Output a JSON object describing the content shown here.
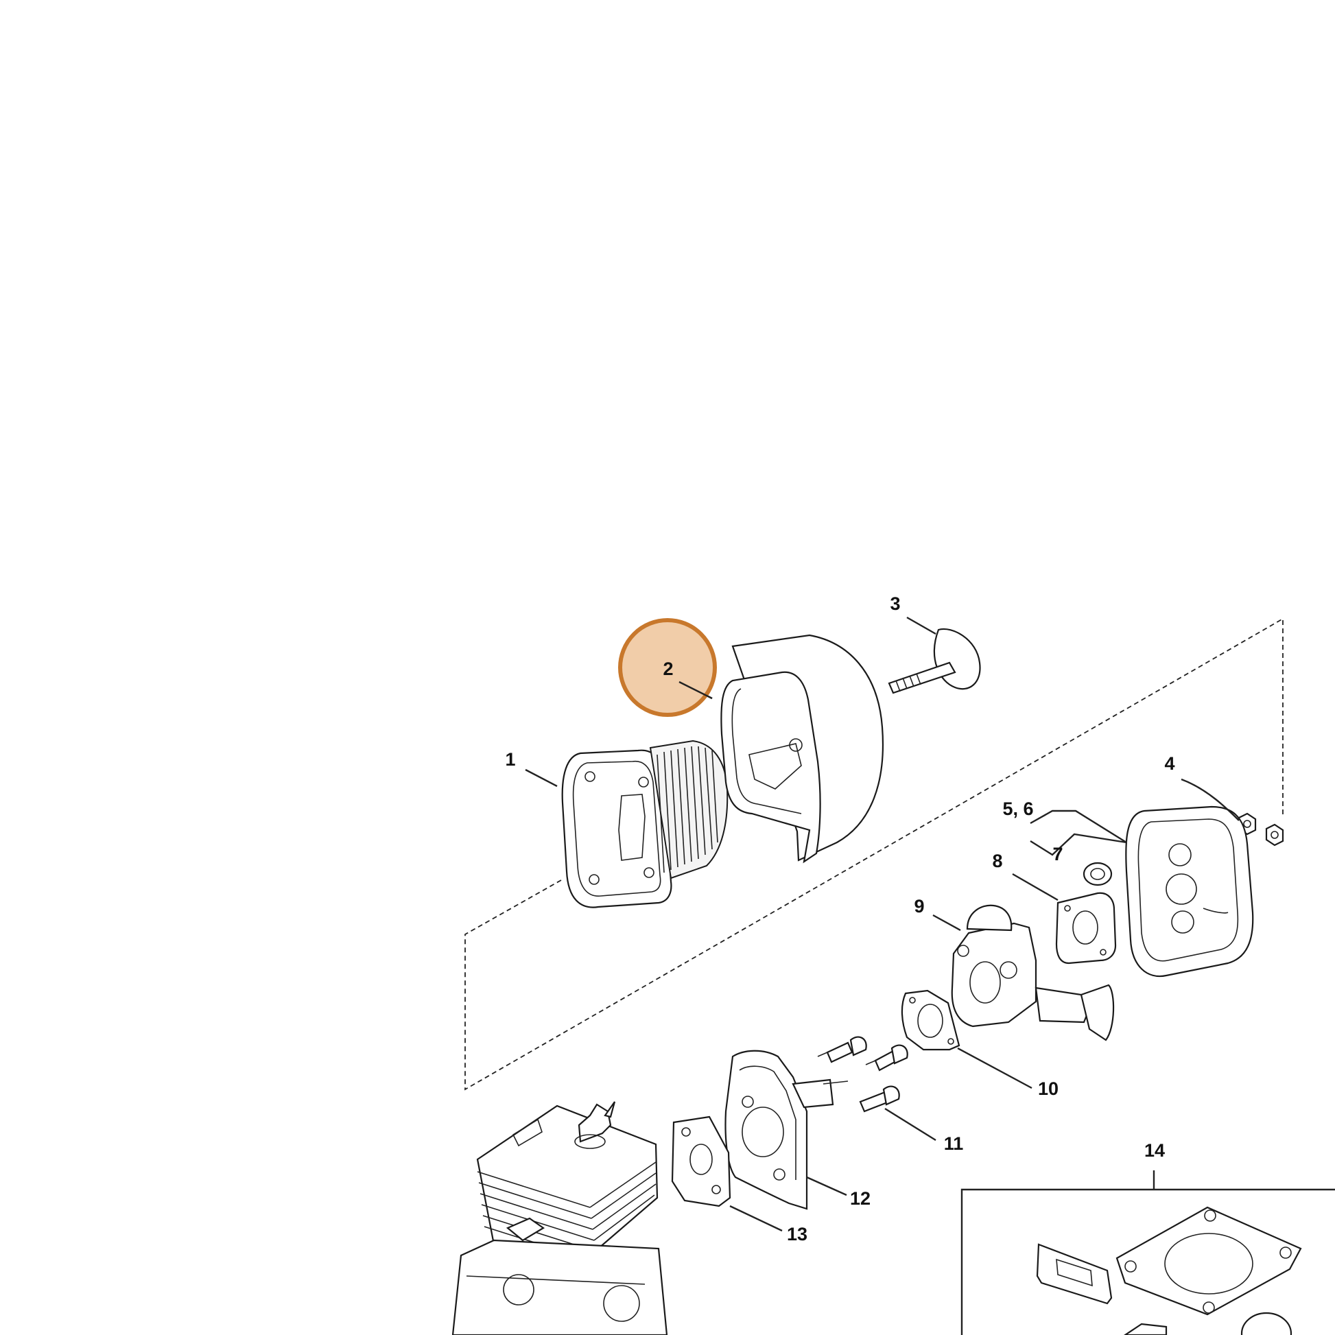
{
  "diagram": {
    "labels": {
      "l1": "1",
      "l2": "2",
      "l3": "3",
      "l4": "4",
      "l56": "5, 6",
      "l7": "7",
      "l8": "8",
      "l9": "9",
      "l10": "10",
      "l11": "11",
      "l12": "12",
      "l13": "13",
      "l14": "14"
    },
    "highlight": {
      "label": "2",
      "fill": "#f0c8a0",
      "stroke": "#c8782c"
    },
    "colors": {
      "line": "#222222",
      "background": "#ffffff"
    }
  }
}
